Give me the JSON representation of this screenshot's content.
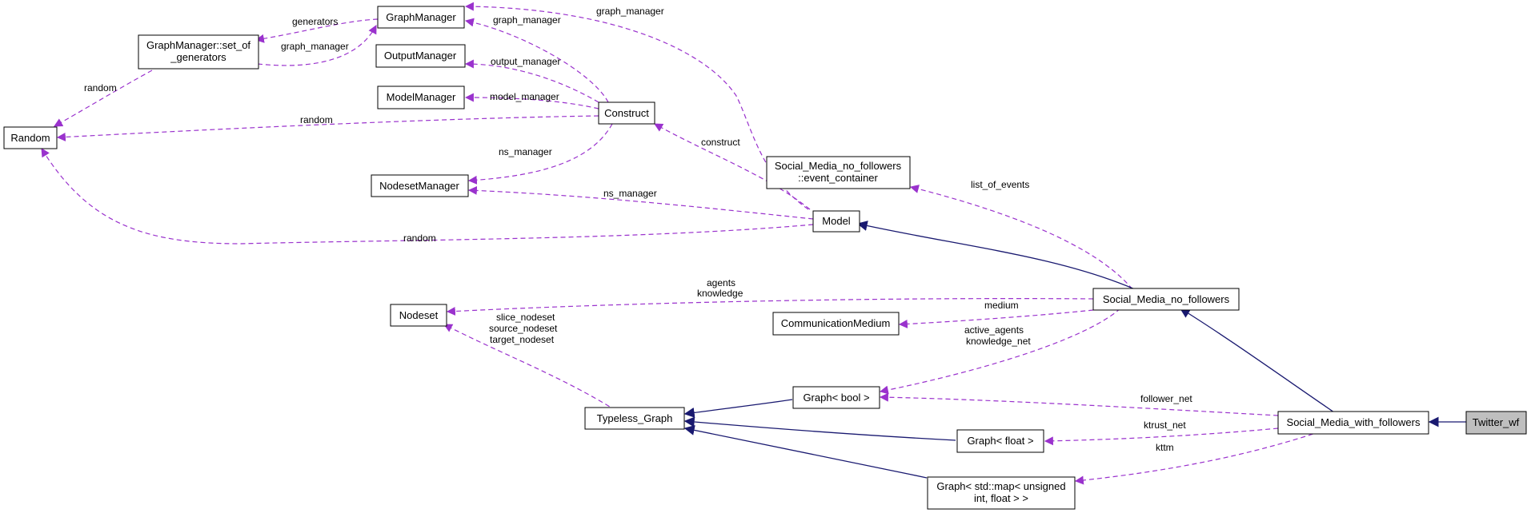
{
  "nodes": {
    "twitter_wf": "Twitter_wf",
    "sm_with_followers": "Social_Media_with_followers",
    "sm_no_followers": "Social_Media_no_followers",
    "model": "Model",
    "event_container": [
      "Social_Media_no_followers",
      "::event_container"
    ],
    "construct": "Construct",
    "graph_manager": "GraphManager",
    "set_of_generators": [
      "GraphManager::set_of",
      "_generators"
    ],
    "output_manager": "OutputManager",
    "model_manager": "ModelManager",
    "nodeset_manager": "NodesetManager",
    "random": "Random",
    "nodeset": "Nodeset",
    "communication_medium": "CommunicationMedium",
    "graph_bool": "Graph< bool >",
    "graph_float": "Graph< float >",
    "graph_map": [
      "Graph< std::map< unsigned",
      "int, float > >"
    ],
    "typeless_graph": "Typeless_Graph"
  },
  "edge_labels": {
    "generators": "generators",
    "graph_manager_a": "graph_manager",
    "graph_manager_b": "graph_manager",
    "graph_manager_c": "graph_manager",
    "output_manager": "output_manager",
    "model_manager": "model_manager",
    "random_a": "random",
    "random_b": "random",
    "random_c": "random",
    "ns_manager_a": "ns_manager",
    "ns_manager_b": "ns_manager",
    "construct": "construct",
    "list_of_events": "list_of_events",
    "agents_knowledge": [
      "agents",
      "knowledge"
    ],
    "medium": "medium",
    "active_agents": [
      "active_agents",
      "knowledge_net"
    ],
    "nodeset_labels": [
      "slice_nodeset",
      "source_nodeset",
      "target_nodeset"
    ],
    "follower_net": "follower_net",
    "ktrust_net": "ktrust_net",
    "kttm": "kttm"
  },
  "colors": {
    "usage_edge": "#9a32cd",
    "inheritance_edge": "#191970",
    "highlight_fill": "#bfbfbf"
  }
}
